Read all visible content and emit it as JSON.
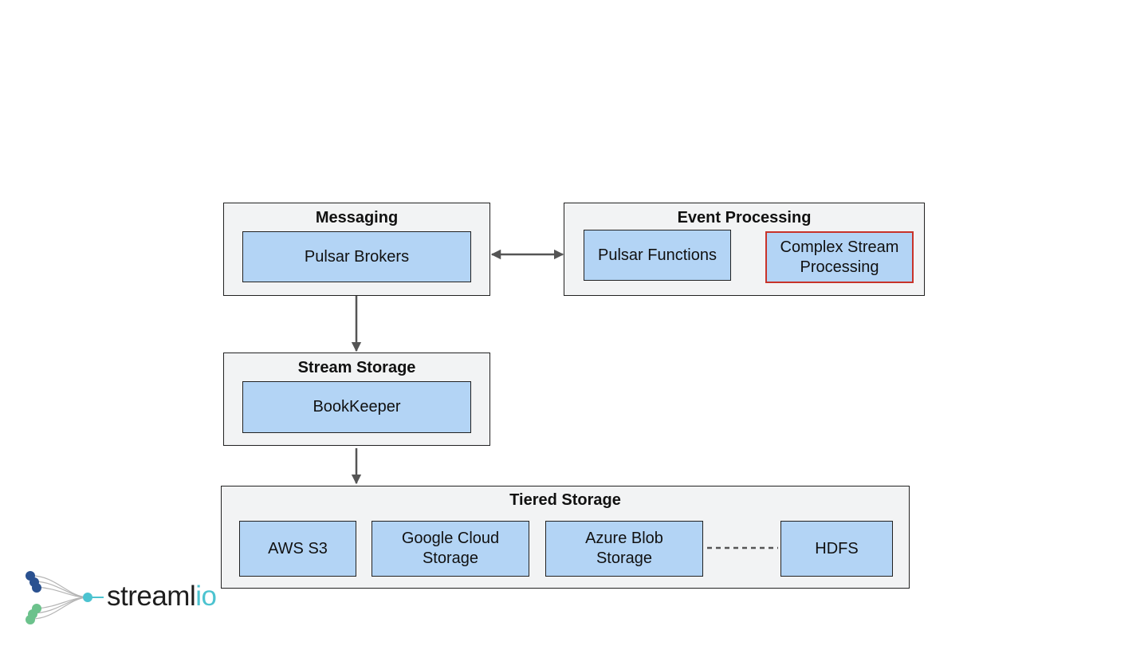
{
  "groups": {
    "messaging": {
      "title": "Messaging",
      "box": "Pulsar Brokers"
    },
    "event_processing": {
      "title": "Event Processing",
      "boxes": [
        "Pulsar Functions",
        "Complex Stream Processing"
      ]
    },
    "stream_storage": {
      "title": "Stream Storage",
      "box": "BookKeeper"
    },
    "tiered_storage": {
      "title": "Tiered Storage",
      "boxes": [
        "AWS S3",
        "Google Cloud Storage",
        "Azure Blob Storage",
        "HDFS"
      ]
    }
  },
  "connections": [
    {
      "from": "Messaging",
      "to": "Event Processing",
      "style": "double-arrow"
    },
    {
      "from": "Messaging",
      "to": "Stream Storage",
      "style": "arrow"
    },
    {
      "from": "Stream Storage",
      "to": "Tiered Storage",
      "style": "arrow"
    },
    {
      "from": "Azure Blob Storage",
      "to": "HDFS",
      "style": "dashed-line"
    }
  ],
  "logo": {
    "text_main": "streaml",
    "text_accent": "io"
  },
  "colors": {
    "group_fill": "#f2f3f4",
    "box_fill": "#b3d4f5",
    "border": "#222222",
    "highlight_border": "#c8332a",
    "connector": "#555555",
    "logo_accent": "#4cc3d0",
    "logo_dark_dots": "#2a5190",
    "logo_green_dots": "#6cc28c"
  }
}
